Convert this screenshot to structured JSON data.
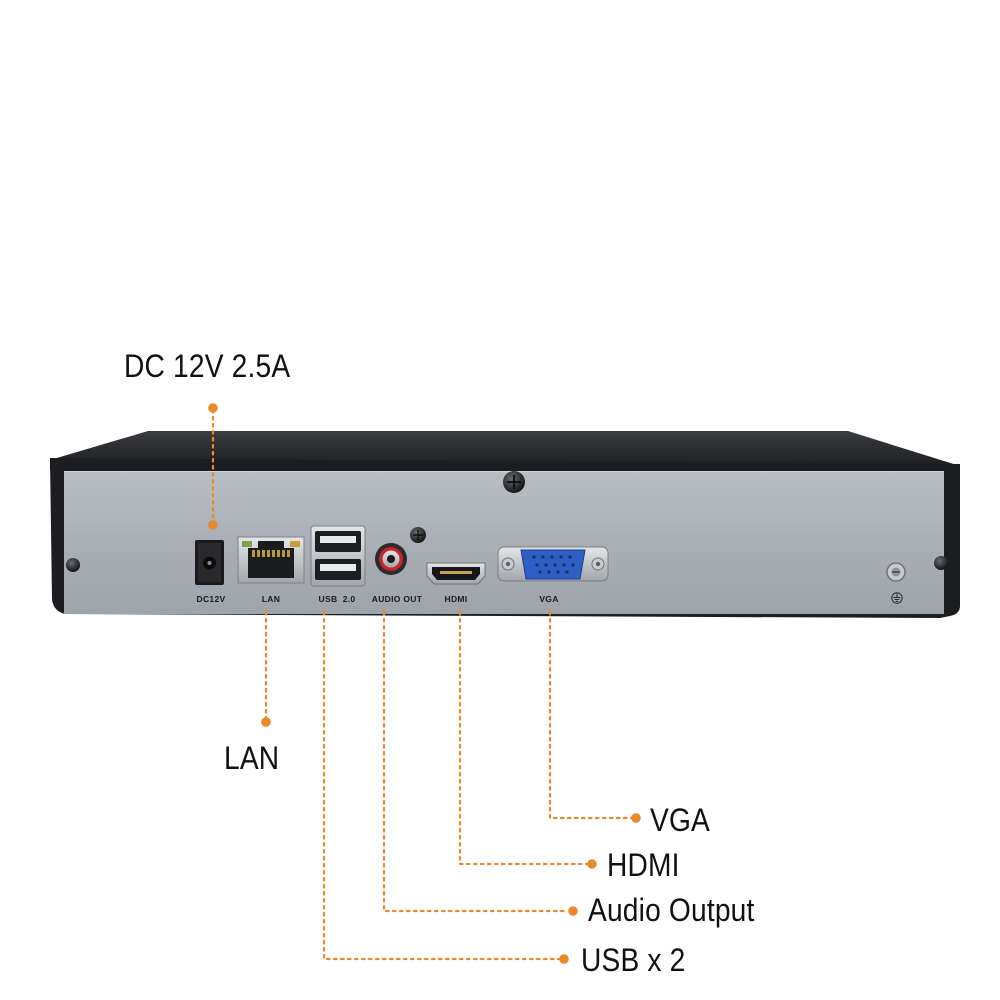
{
  "device": {
    "port_labels": {
      "dc": "DC12V",
      "lan": "LAN",
      "usb": "USB  2.0",
      "audio": "AUDIO OUT",
      "hdmi": "HDMI",
      "vga": "VGA"
    }
  },
  "callouts": {
    "dc": "DC 12V 2.5A",
    "lan": "LAN",
    "vga": "VGA",
    "hdmi": "HDMI",
    "audio": "Audio Output",
    "usb": "USB x 2"
  },
  "colors": {
    "leader_line": "#E8892B",
    "chassis": "#1c1d20",
    "back_panel": "#aeb4ba",
    "vga_connector": "#2f5fc4"
  }
}
